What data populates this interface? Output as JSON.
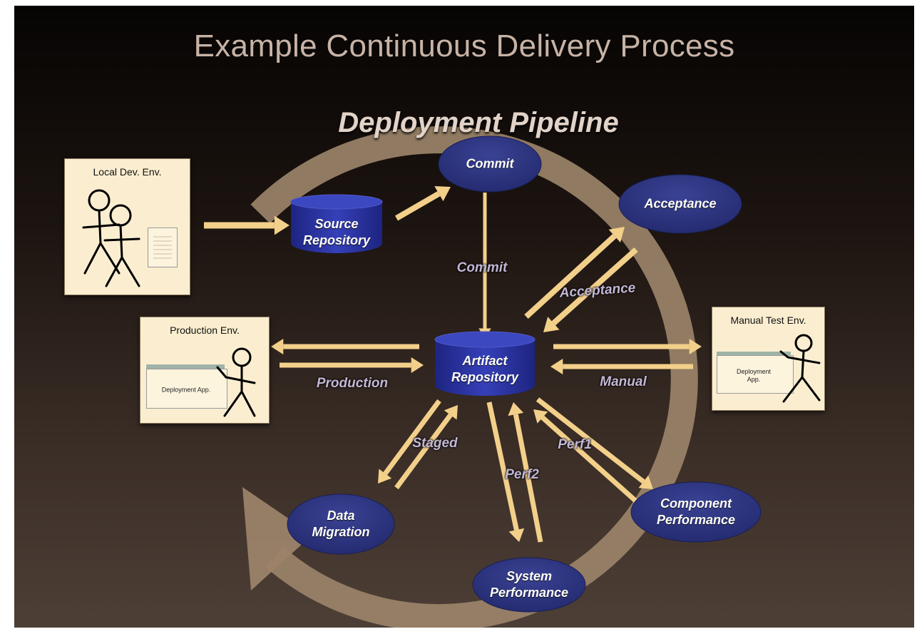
{
  "title": "Example Continuous Delivery Process",
  "subtitle": "Deployment Pipeline",
  "environments": {
    "local_dev": {
      "label": "Local Dev. Env."
    },
    "production": {
      "label": "Production Env.",
      "app_label": "Deployment App."
    },
    "manual_test": {
      "label": "Manual Test Env.",
      "app_label": "Deployment App."
    }
  },
  "nodes": {
    "source_repository": "Source Repository",
    "artifact_repository": "Artifact Repository",
    "commit": "Commit",
    "acceptance": "Acceptance",
    "data_migration": "Data Migration",
    "system_performance": "System Performance",
    "component_performance": "Component Performance"
  },
  "edge_labels": {
    "commit": "Commit",
    "acceptance": "Acceptance",
    "production": "Production",
    "manual": "Manual",
    "staged": "Staged",
    "perf1": "Perf1",
    "perf2": "Perf2"
  },
  "colors": {
    "background_top": "#060403",
    "background_bottom": "#4d3f36",
    "cycle_arrow": "#9b8369",
    "flow_arrow": "#f3d08a",
    "node_fill": "#2c3380",
    "repository_fill": "#2830a0",
    "panel_fill": "#fbeed0",
    "title_text": "#c7b3a6",
    "edge_label_text": "#c2b7d4"
  }
}
